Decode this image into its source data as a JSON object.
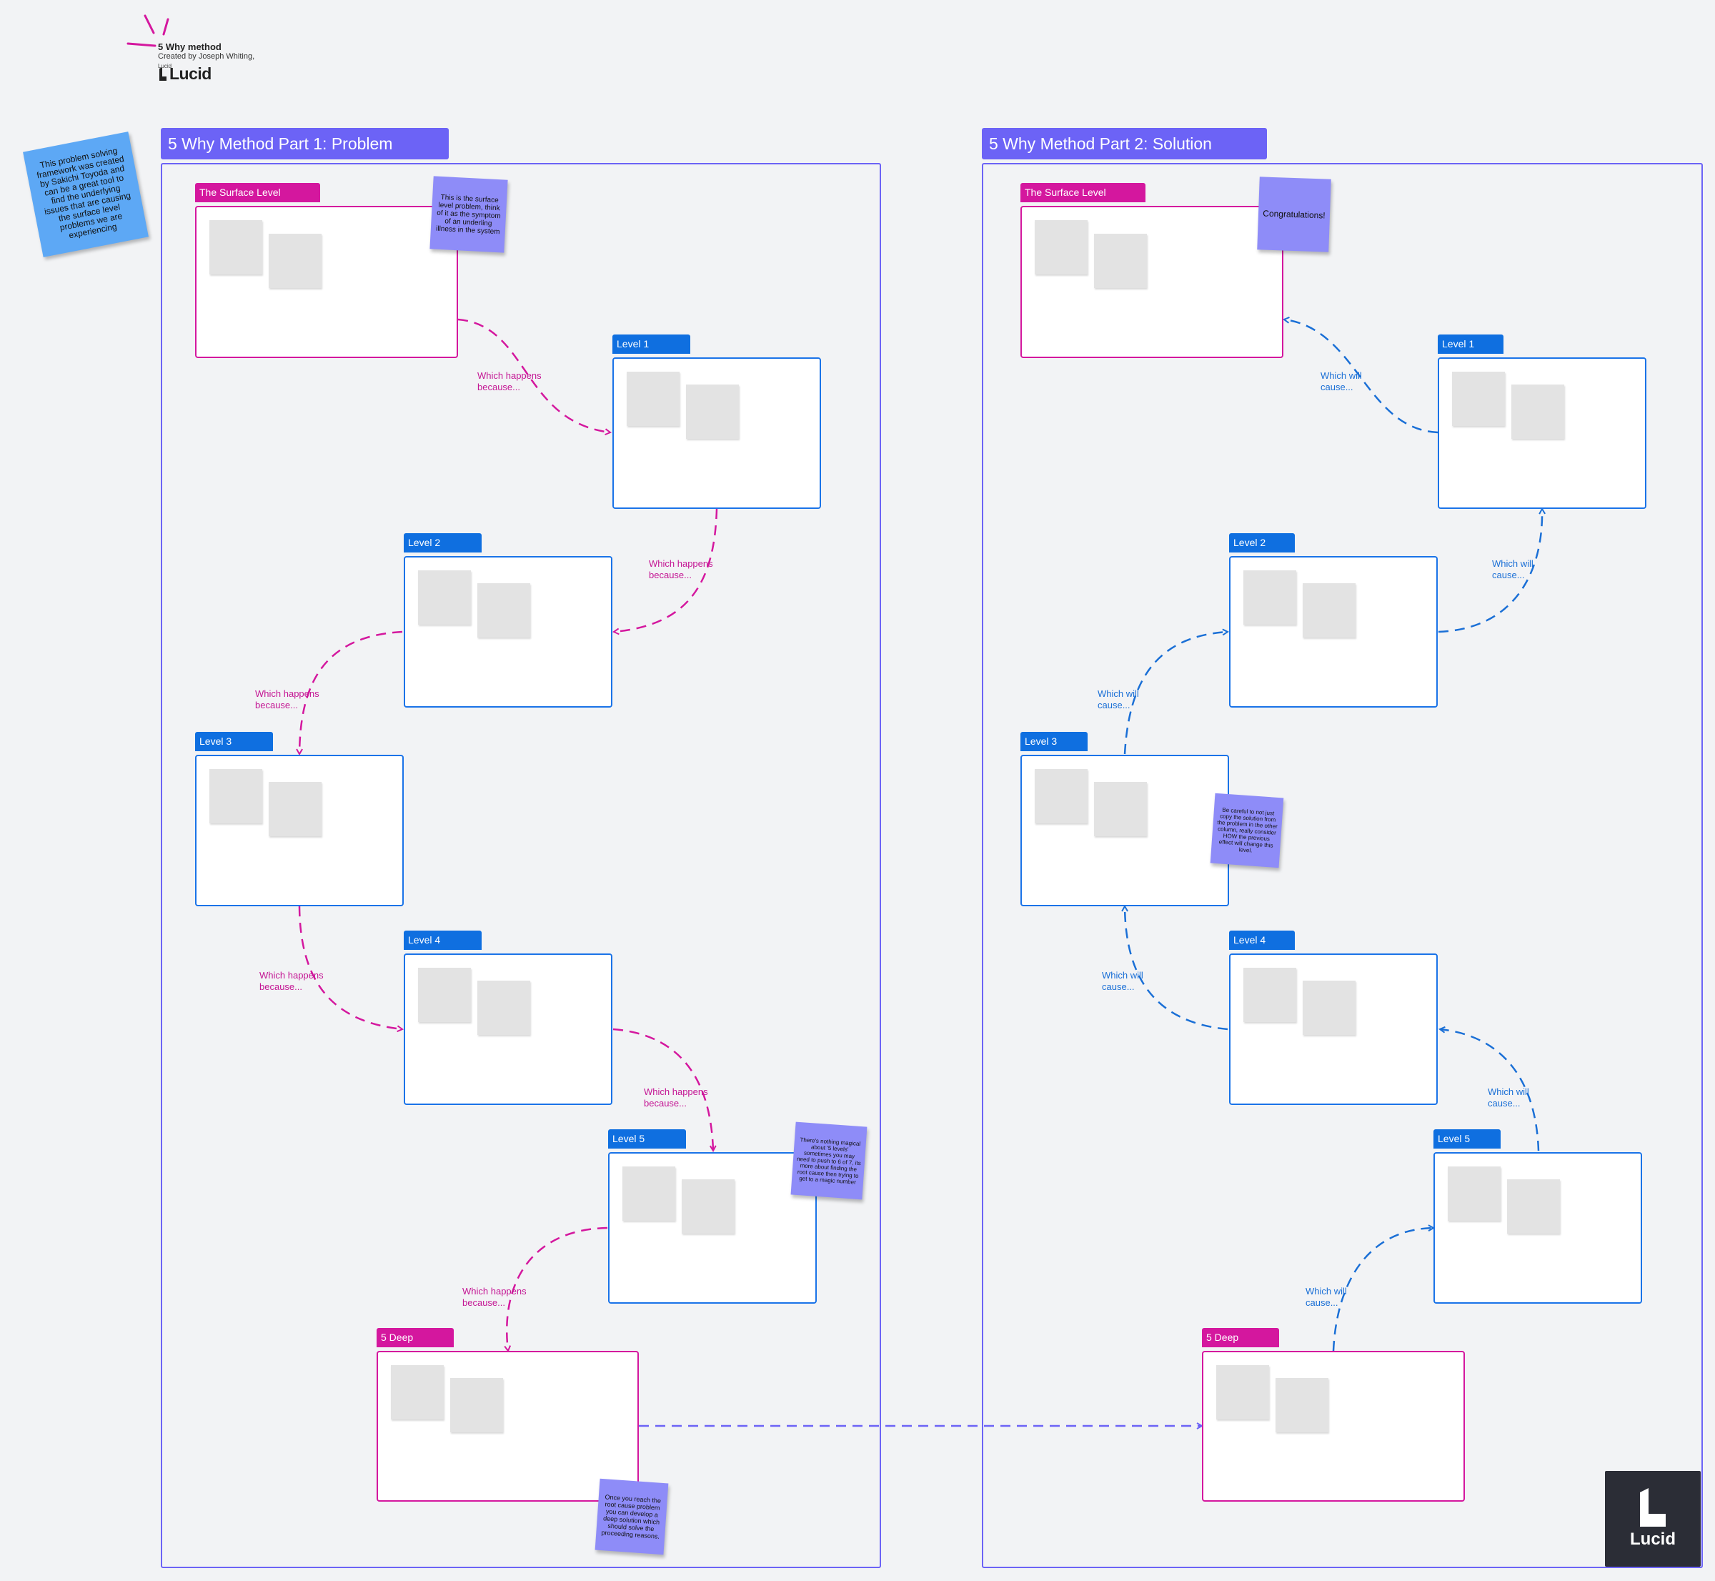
{
  "header": {
    "title": "5 Why method",
    "subtitle": "Created by Joseph Whiting,",
    "small_text": "Lucid",
    "brand": "Lucid"
  },
  "intro_note": "This problem solving framework was created by Sakichi Toyoda and can be a great tool to find the underlying issues that are causing the surface level problems we are experiencing",
  "part1": {
    "title": "5 Why Method Part 1: Problem",
    "levels": {
      "surface": "The Surface Level",
      "l1": "Level 1",
      "l2": "Level 2",
      "l3": "Level 3",
      "l4": "Level 4",
      "l5": "Level 5",
      "deep": "5 Deep"
    },
    "arrow_label": "Which happens\nbecause...",
    "notes": {
      "surface": "This is the surface level problem, think of it as the symptom of an underling illness in the system",
      "level5": "There's nothing magical about '5 levels' sometimes you may need to push to 6 of 7, its more about finding the root cause then trying to get to a magic number",
      "deep": "Once you reach the root cause problem you can develop a deep solution which should solve the proceeding reasons."
    }
  },
  "part2": {
    "title": "5 Why Method Part 2: Solution",
    "levels": {
      "surface": "The Surface Level",
      "l1": "Level 1",
      "l2": "Level 2",
      "l3": "Level 3",
      "l4": "Level 4",
      "l5": "Level 5",
      "deep": "5 Deep"
    },
    "arrow_label": "Which will\ncause...",
    "notes": {
      "surface": "Congratulations!",
      "level3": "Be careful to not just copy the solution from the problem in the other column, really consider HOW the previous effect will change this level."
    }
  },
  "lucid_badge": "Lucid",
  "colors": {
    "magenta": "#d4179e",
    "blue": "#1a73e8",
    "purple": "#6c63f6",
    "sticky_purple": "#8e8cf8",
    "sticky_blue": "#5da8f5",
    "background": "#f2f3f5"
  }
}
